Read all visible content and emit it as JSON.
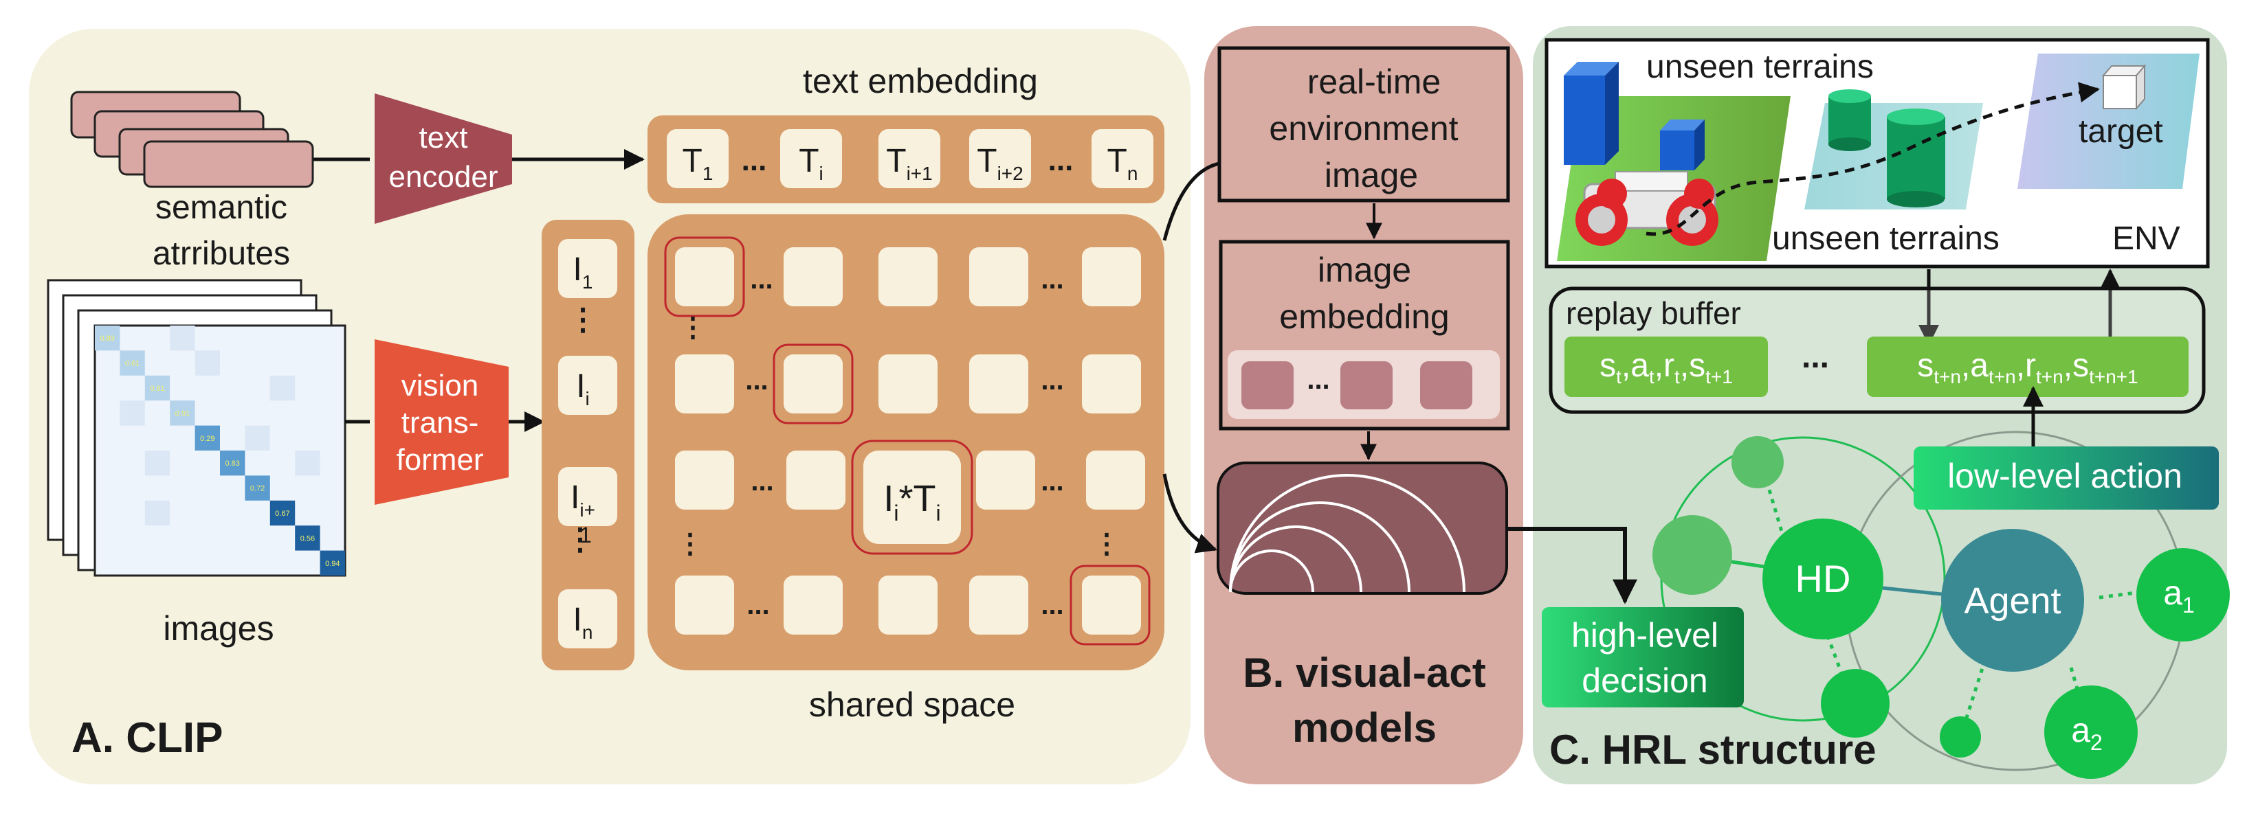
{
  "panel_a": {
    "title": "A. CLIP",
    "semantic_label_1": "semantic",
    "semantic_label_2": "atrributes",
    "text_encoder_1": "text",
    "text_encoder_2": "encoder",
    "text_embedding": "text embedding",
    "text_tokens": [
      {
        "base": "T",
        "sub": "1"
      },
      {
        "base": "T",
        "sub": "i"
      },
      {
        "base": "T",
        "sub": "i+1"
      },
      {
        "base": "T",
        "sub": "i+2"
      },
      {
        "base": "T",
        "sub": "n"
      }
    ],
    "ellipsis": "...",
    "images_label": "images",
    "vision_1": "vision",
    "vision_2": "trans-",
    "vision_3": "former",
    "image_tokens": [
      {
        "base": "I",
        "sub": "1"
      },
      {
        "base": "I",
        "sub": "i"
      },
      {
        "base": "I",
        "sub": "i+"
      },
      {
        "base": "I",
        "sub": "n"
      }
    ],
    "image_token_extra_sub": "1",
    "product_label": {
      "a": "I",
      "a_sub": "i",
      "star": "*",
      "b": "T",
      "b_sub": "i"
    },
    "shared_space": "shared space",
    "matrix_values": [
      "0.89",
      "0.61",
      "0.61",
      "0.91",
      "0.29",
      "0.83",
      "0.72",
      "0.67",
      "0.56",
      "0.94"
    ]
  },
  "panel_b": {
    "title_1": "B.  visual-act",
    "title_2": "models",
    "realtime_1": "real-",
    "realtime_1b": "time",
    "realtime_2": "environment",
    "realtime_3": "image",
    "image_emb_1": "image",
    "image_emb_2": "embedding",
    "dots": "..."
  },
  "panel_c": {
    "title": "C. HRL structure",
    "unseen_top": "unseen terrains",
    "unseen_bottom": "unseen terrains",
    "target": "target",
    "env": "ENV",
    "replay_buffer": "replay buffer",
    "transition_1": "s_t, a_t, r_t, s_t+1",
    "transition_2": "s_t+n, a_t+n, r_t+n, s_t+n+1",
    "buffer_dots": "...",
    "low_level": "low-level  action",
    "high_level_1": "high-level",
    "high_level_2": "decision",
    "hd": "HD",
    "agent": "Agent",
    "a1": "a",
    "a1_sub": "1",
    "a2": "a",
    "a2_sub": "2"
  },
  "colors": {
    "panel_a_bg": "#f5f2df",
    "panel_b_bg": "#d9aca3",
    "panel_c_bg": "#cfe0cf",
    "tan": "#d79e6c",
    "cream": "#f8f1dd",
    "text_encoder": "#a44a52",
    "vision_encoder": "#e5553a",
    "green_node": "#15c04a",
    "agent_node": "#3a8a93",
    "buffer_green": "#74c043"
  }
}
